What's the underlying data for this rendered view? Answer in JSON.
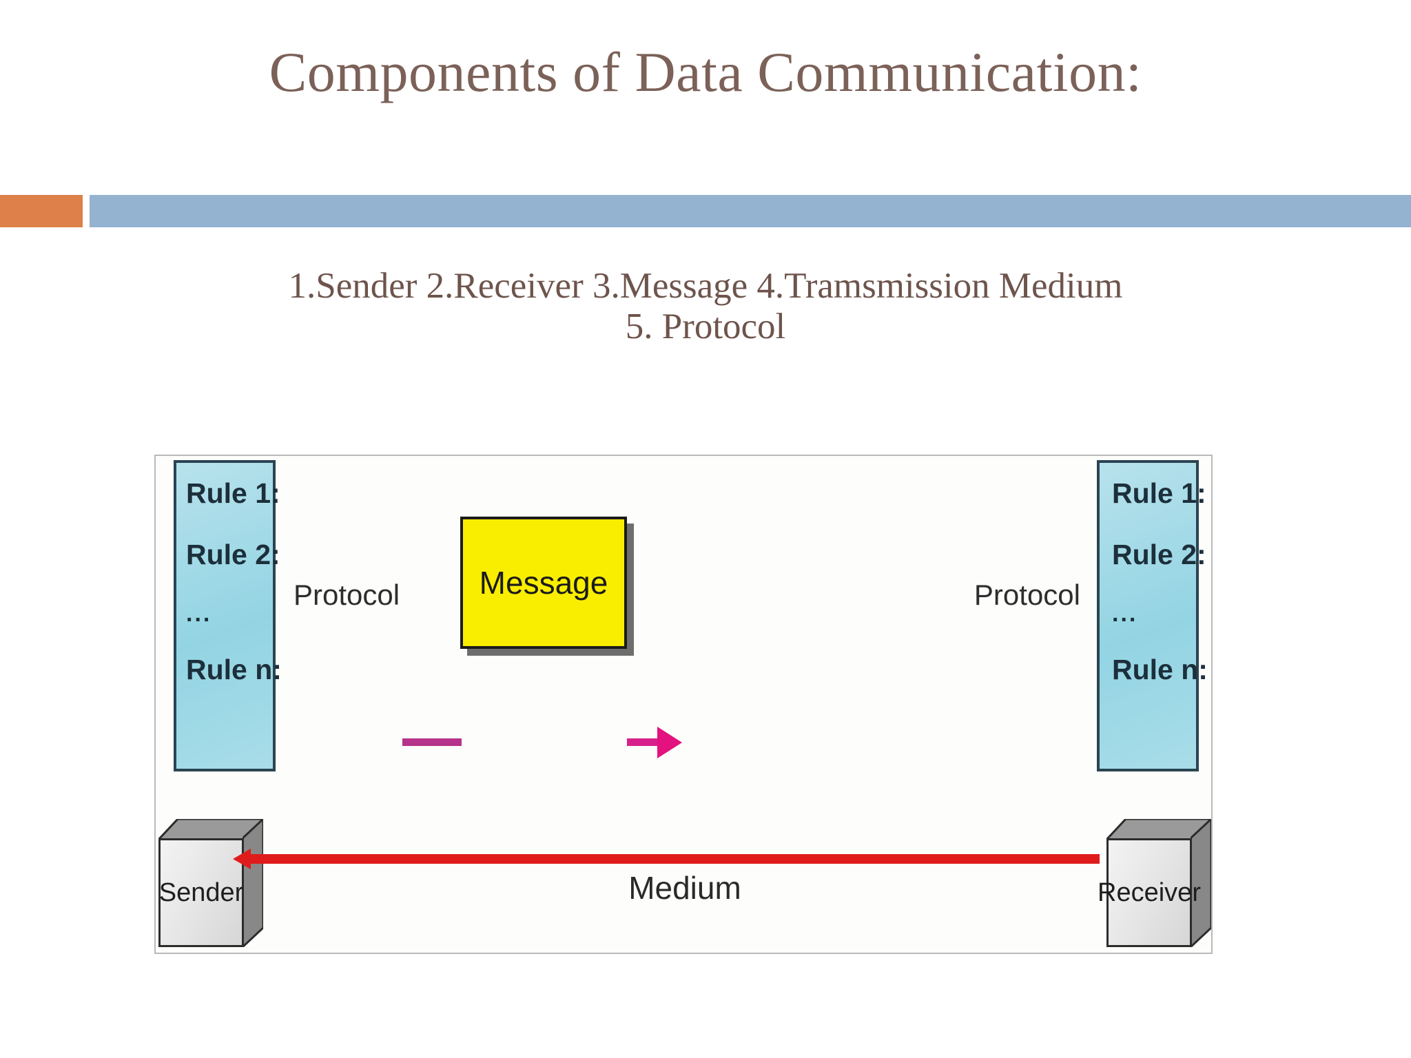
{
  "slide": {
    "title": "Components of Data Communication:",
    "title_color": "#7B6158",
    "divider": {
      "accent_color": "#DD8049",
      "bar_color": "#93B3D0"
    },
    "body": {
      "line1": "1.Sender  2.Receiver  3.Message 4.Tramsmission Medium",
      "line2": "5. Protocol",
      "text_color": "#6E544C"
    }
  },
  "diagram": {
    "name": "data-communication-components-diagram",
    "protocol_left": {
      "label": "Protocol",
      "rules": [
        "Rule 1:",
        "Rule 2:",
        "...",
        "Rule n:"
      ],
      "box_color": "#9FD9E6"
    },
    "protocol_right": {
      "label": "Protocol",
      "rules": [
        "Rule 1:",
        "Rule 2:",
        "...",
        "Rule n:"
      ],
      "box_color": "#9FD9E6"
    },
    "sender": {
      "label": "Sender"
    },
    "receiver": {
      "label": "Receiver"
    },
    "message": {
      "label": "Message",
      "box_color": "#FAEE00",
      "arrow_color": "#D8208B"
    },
    "medium": {
      "label": "Medium",
      "line_color": "#E01B1B"
    }
  }
}
